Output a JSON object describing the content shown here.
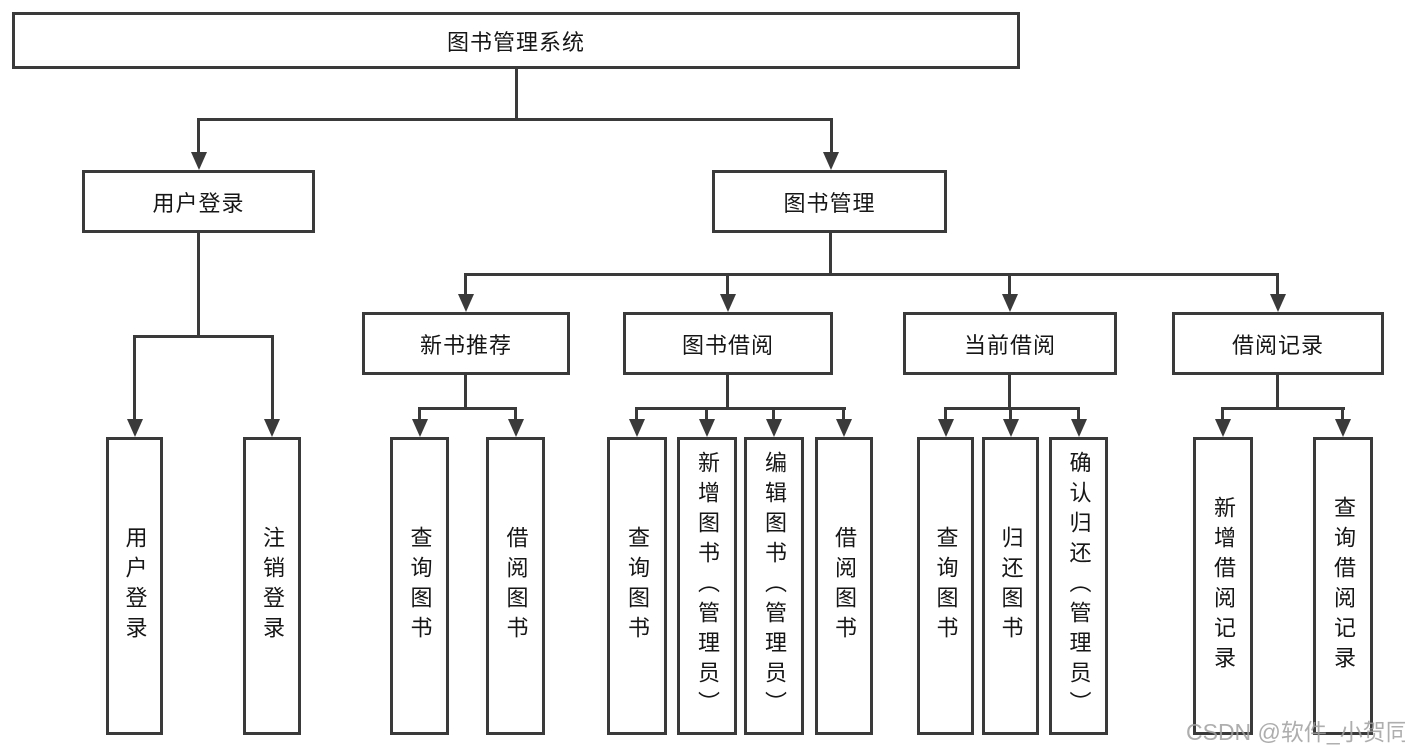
{
  "diagram": {
    "root": {
      "label": "图书管理系统"
    },
    "level2": [
      {
        "label": "用户登录"
      },
      {
        "label": "图书管理"
      }
    ],
    "level3": [
      {
        "label": "新书推荐"
      },
      {
        "label": "图书借阅"
      },
      {
        "label": "当前借阅"
      },
      {
        "label": "借阅记录"
      }
    ],
    "leaves": [
      {
        "label": "用户登录"
      },
      {
        "label": "注销登录"
      },
      {
        "label": "查询图书"
      },
      {
        "label": "借阅图书"
      },
      {
        "label": "查询图书"
      },
      {
        "label": "新增图书（管理员）"
      },
      {
        "label": "编辑图书（管理员）"
      },
      {
        "label": "借阅图书"
      },
      {
        "label": "查询图书"
      },
      {
        "label": "归还图书"
      },
      {
        "label": "确认归还（管理员）"
      },
      {
        "label": "新增借阅记录"
      },
      {
        "label": "查询借阅记录"
      }
    ]
  },
  "watermark": {
    "text": "CSDN @软件_小贺同学"
  },
  "colors": {
    "line": "#3a3a3a",
    "text": "#161616",
    "watermark": "#a0a0a0",
    "background": "#ffffff"
  }
}
